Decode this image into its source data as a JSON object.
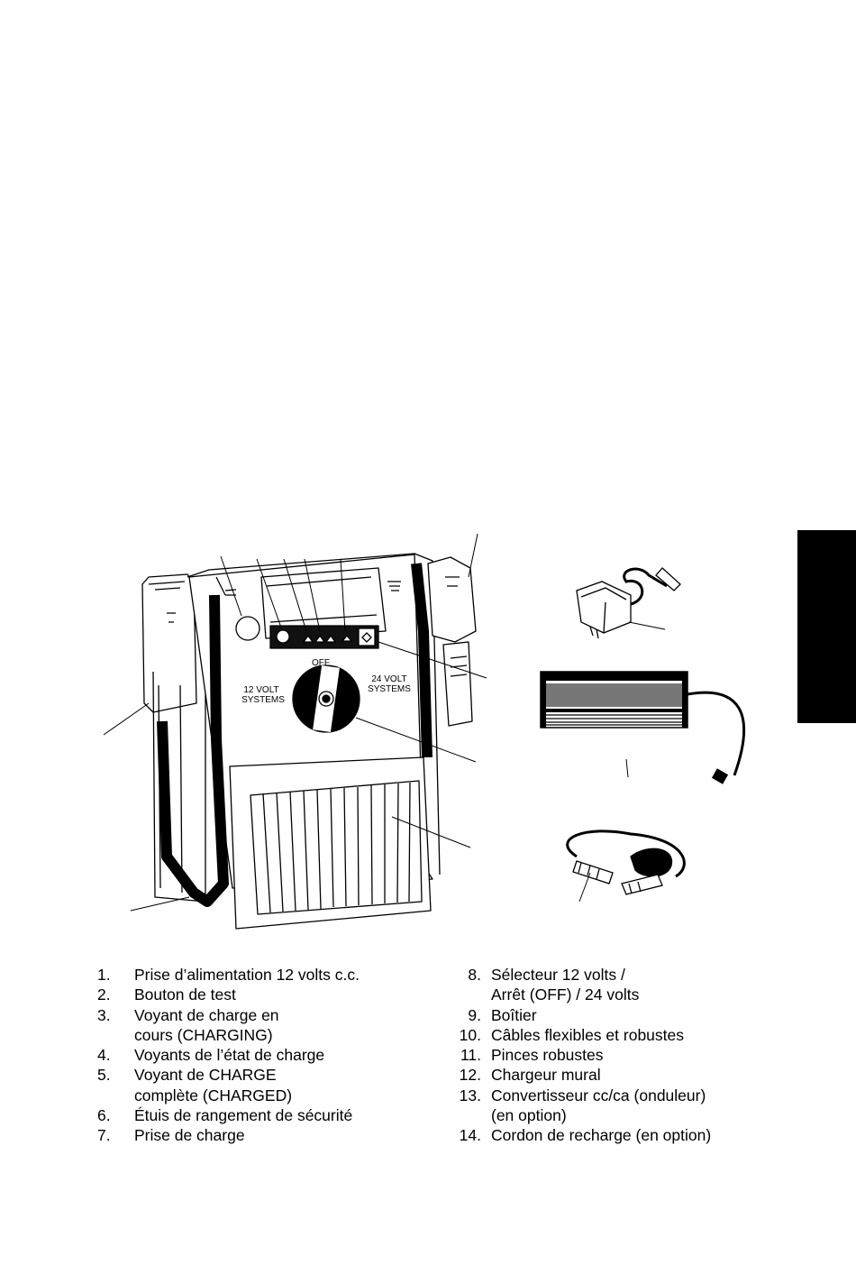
{
  "figure": {
    "panel_labels": {
      "off": "OFF",
      "left_line1": "12 VOLT",
      "left_line2": "SYSTEMS",
      "right_line1": "24 VOLT",
      "right_line2": "SYSTEMS"
    }
  },
  "legend": {
    "left": [
      {
        "num": "1.",
        "text": "Prise d’alimentation 12 volts c.c."
      },
      {
        "num": "2.",
        "text": "Bouton de test"
      },
      {
        "num": "3.",
        "text": "Voyant de charge en"
      },
      {
        "num": "",
        "text": "cours (CHARGING)"
      },
      {
        "num": "4.",
        "text": "Voyants de l’état de charge"
      },
      {
        "num": "5.",
        "text": "Voyant de CHARGE"
      },
      {
        "num": "",
        "text": "complète (CHARGED)"
      },
      {
        "num": "6.",
        "text": "Étuis de rangement de sécurité"
      },
      {
        "num": "7.",
        "text": "Prise de charge"
      }
    ],
    "right": [
      {
        "num": "8.",
        "text": "Sélecteur 12 volts /"
      },
      {
        "num": "",
        "text": "Arrêt (OFF) / 24 volts"
      },
      {
        "num": "9.",
        "text": "Boîtier"
      },
      {
        "num": "10.",
        "text": "Câbles flexibles et robustes"
      },
      {
        "num": "11.",
        "text": "Pinces robustes"
      },
      {
        "num": "12.",
        "text": "Chargeur mural"
      },
      {
        "num": "13.",
        "text": "Convertisseur cc/ca (onduleur)"
      },
      {
        "num": "",
        "text": "(en option)"
      },
      {
        "num": "14.",
        "text": "Cordon de recharge (en option)"
      }
    ]
  }
}
